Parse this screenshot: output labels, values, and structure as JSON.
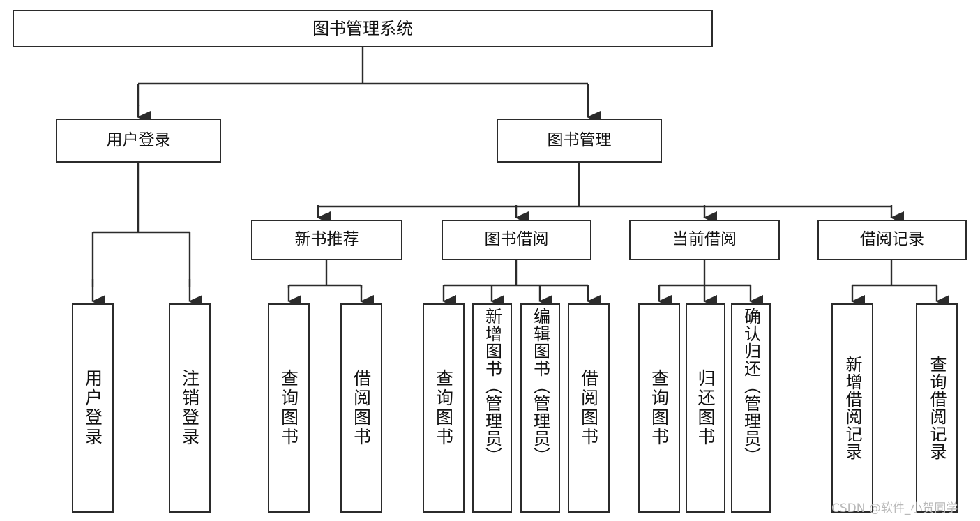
{
  "diagram": {
    "title": "图书管理系统",
    "type": "tree-hierarchy-chart",
    "watermark": "CSDN @软件_小贺同学",
    "colors": {
      "box_border": "#2b2b2b",
      "box_fill": "#ffffff",
      "connector": "#2b2b2b",
      "text": "#111111",
      "watermark": "#b9b9b9"
    }
  },
  "nodes": {
    "root": {
      "label": "图书管理系统"
    },
    "level2": [
      {
        "label": "用户登录"
      },
      {
        "label": "图书管理"
      }
    ],
    "level3": [
      {
        "label": "新书推荐"
      },
      {
        "label": "图书借阅"
      },
      {
        "label": "当前借阅"
      },
      {
        "label": "借阅记录"
      }
    ],
    "leaves": {
      "user_login": [
        {
          "label": "用户登录"
        },
        {
          "label": "注销登录"
        }
      ],
      "new_book_recommend": [
        {
          "label": "查询图书"
        },
        {
          "label": "借阅图书"
        }
      ],
      "book_borrow": [
        {
          "label": "查询图书"
        },
        {
          "label": "新增图书（管理员）"
        },
        {
          "label": "编辑图书（管理员）"
        },
        {
          "label": "借阅图书"
        }
      ],
      "current_borrow": [
        {
          "label": "查询图书"
        },
        {
          "label": "归还图书"
        },
        {
          "label": "确认归还（管理员）"
        }
      ],
      "borrow_record": [
        {
          "label": "新增借阅记录"
        },
        {
          "label": "查询借阅记录"
        }
      ]
    }
  }
}
